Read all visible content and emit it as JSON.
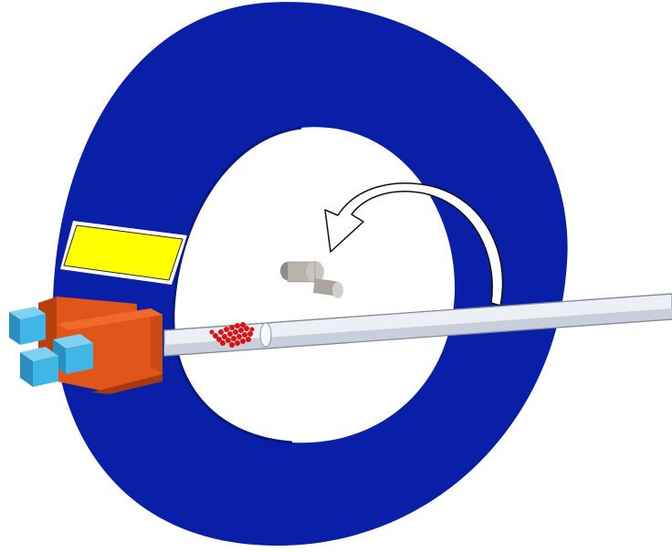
{
  "figure": {
    "description_free": true,
    "colors": {
      "ring": "#0a1fa8",
      "ring_edge": "#071680",
      "pickup": "#ffff00",
      "magnet": "#e0551a",
      "magnet_dark": "#b8400f",
      "injector": "#3fb6e6",
      "injector_dark": "#2a8fc0",
      "tube": "#eceff4",
      "tube_shade": "#b9c0cc",
      "bunch": "#e01010",
      "target": "#b8b4ad",
      "arrow": "#ffffff"
    },
    "icons": [
      "ring",
      "pickup-block",
      "dipole-magnet",
      "injector-cubes",
      "beam-pipe",
      "particle-bunch",
      "target-cylinder",
      "curved-arrow"
    ]
  }
}
